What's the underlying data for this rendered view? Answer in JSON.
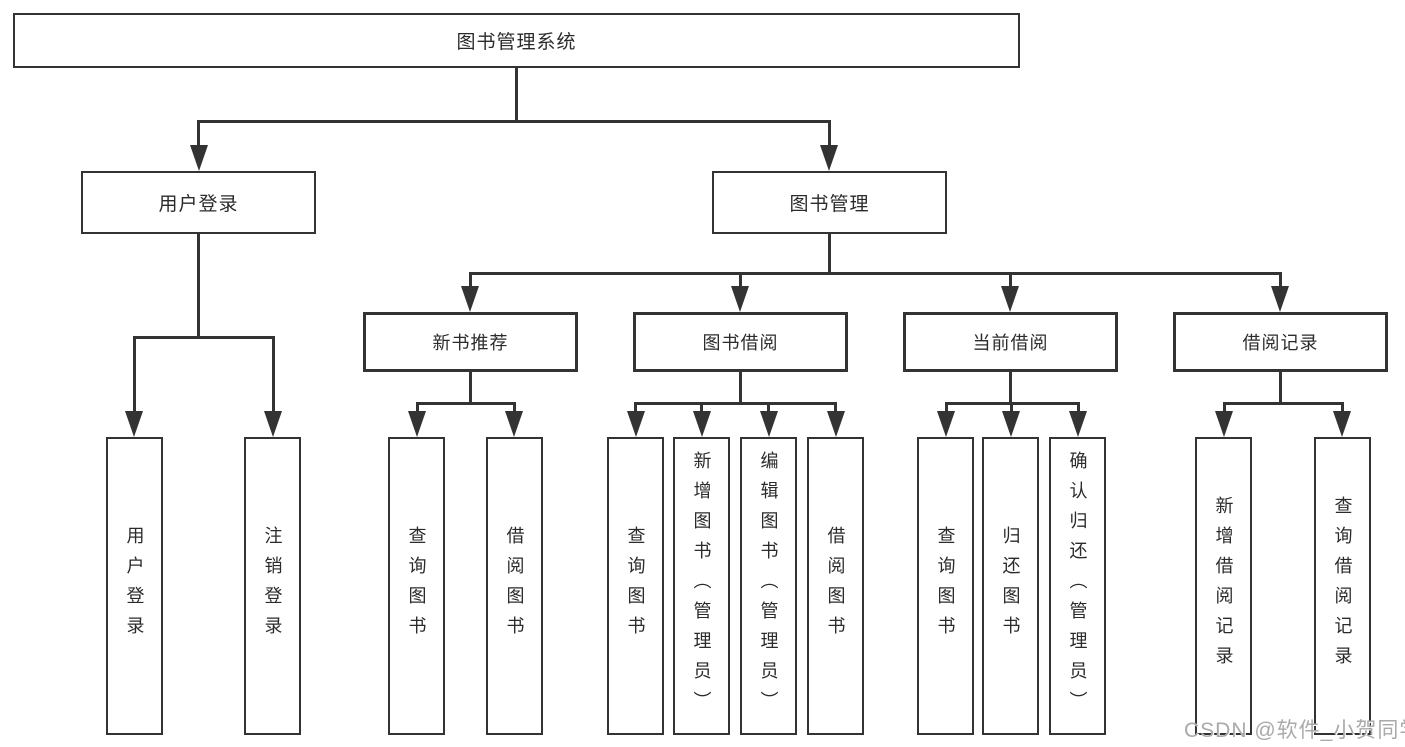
{
  "diagram": {
    "tree": {
      "root": {
        "label": "图书管理系统"
      },
      "user_login": {
        "label": "用户登录",
        "children": [
          {
            "label": "用户登录"
          },
          {
            "label": "注销登录"
          }
        ]
      },
      "book_mgmt": {
        "label": "图书管理",
        "children": [
          {
            "label": "新书推荐",
            "children": [
              {
                "label": "查询图书"
              },
              {
                "label": "借阅图书"
              }
            ]
          },
          {
            "label": "图书借阅",
            "children": [
              {
                "label": "查询图书"
              },
              {
                "label": "新增图书（管理员）"
              },
              {
                "label": "编辑图书（管理员）"
              },
              {
                "label": "借阅图书"
              }
            ]
          },
          {
            "label": "当前借阅",
            "children": [
              {
                "label": "查询图书"
              },
              {
                "label": "归还图书"
              },
              {
                "label": "确认归还（管理员）"
              }
            ]
          },
          {
            "label": "借阅记录",
            "children": [
              {
                "label": "新增借阅记录"
              },
              {
                "label": "查询借阅记录"
              }
            ]
          }
        ]
      }
    },
    "colors": {
      "line": "#333333",
      "text": "#2b2b2b",
      "watermark": "#aaaaaa",
      "background": "#ffffff"
    }
  },
  "watermark": "CSDN @软件_小贺同学"
}
